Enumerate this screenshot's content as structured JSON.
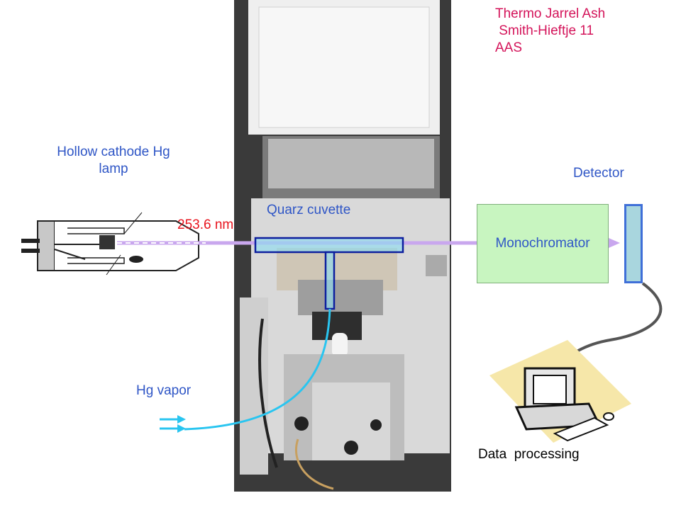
{
  "title": {
    "line1": "Thermo Jarrel Ash",
    "line2": " Smith-Hieftje 11",
    "line3": "AAS"
  },
  "lamp": {
    "line1": "Hollow cathode Hg",
    "line2": "lamp"
  },
  "wavelength": "253.6 nm",
  "cuvette": "Quarz cuvette",
  "monochromator": "Monochromator",
  "detector": "Detector",
  "hg_vapor": "Hg vapor",
  "data_processing": "Data  processing",
  "colors": {
    "title": "#d4145a",
    "wavelength": "#e8141e",
    "label": "#2f56c6",
    "beam": "#c9a7ee",
    "vapor": "#29c5f0",
    "cuvette_border": "#0d1f9e",
    "monochromator_fill": "#c8f5c0",
    "detector_fill": "#a9d6de",
    "detector_border": "#3f6fd8"
  }
}
